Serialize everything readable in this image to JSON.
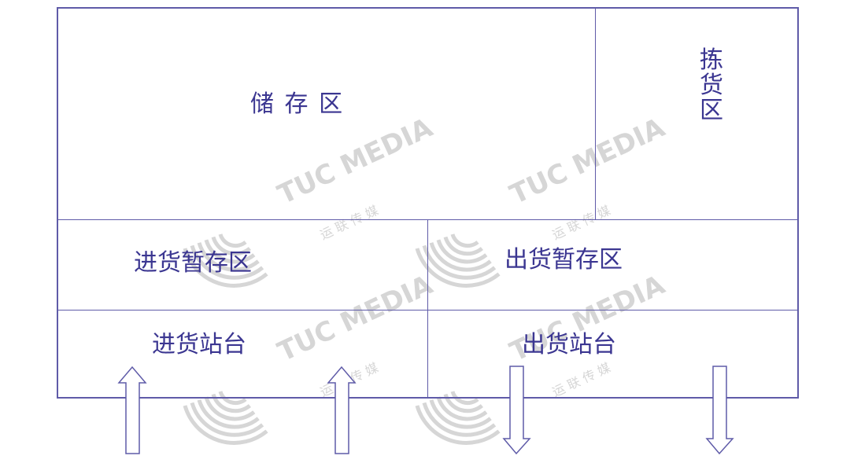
{
  "zones": {
    "storage": "储 存 区",
    "picking": [
      "拣",
      "货",
      "区"
    ],
    "inbound_staging": "进货暂存区",
    "outbound_staging": "出货暂存区",
    "inbound_dock": "进货站台",
    "outbound_dock": "出货站台"
  },
  "watermark": {
    "brand": "TUC MEDIA",
    "sub": "运 联 传 媒"
  },
  "arrows": [
    {
      "direction": "up"
    },
    {
      "direction": "up"
    },
    {
      "direction": "down"
    },
    {
      "direction": "down"
    }
  ],
  "colors": {
    "line": "#5f5ba8",
    "text": "#3b3691",
    "watermark": "#d6d6d6"
  }
}
